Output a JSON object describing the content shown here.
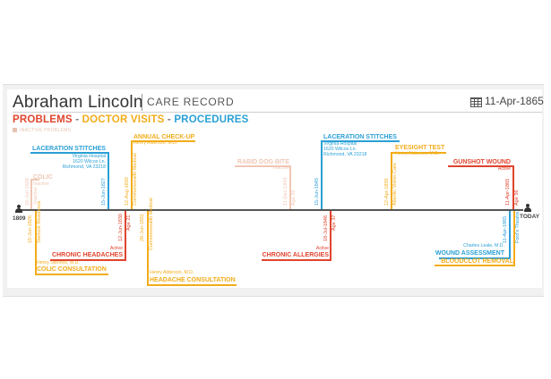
{
  "header": {
    "name": "Abraham Lincoln",
    "record_title": "CARE RECORD",
    "date": "11-Apr-1865",
    "legend": {
      "problems": "PROBLEMS",
      "visits": "DOCTOR VISITS",
      "procedures": "PROCEDURES",
      "separator": "-"
    },
    "inactive_label": "INACTIVE PROBLEMS"
  },
  "colors": {
    "problem": "#e0442e",
    "visit": "#f2ac1a",
    "procedure": "#2aa0d6",
    "inactive": "#f0c7b5",
    "axis": "#555555"
  },
  "timeline": {
    "start_label": "1809",
    "end_label": "TODAY"
  },
  "events": {
    "colic": {
      "title": "COLIC",
      "status": "Inactive",
      "vdate": "15-Jun-1826",
      "vcaption": "Inactive"
    },
    "colic_consult": {
      "title": "COLIC CONSULTATION",
      "doctor": "Henry Sterlock, M.D.",
      "vdate": "15-Jun-1826",
      "vcaption": "Sterlock Residence"
    },
    "lac1": {
      "title": "LACERATION STITCHES",
      "l1": "Virginia Hospital",
      "l2": "1620 Wilcox Ln.",
      "l3": "Richmond, VA 23218",
      "vdate": "15-Jun-1827"
    },
    "headaches": {
      "title": "CHRONIC HEADACHES",
      "status": "Active",
      "vdate": "12-Jun-1830",
      "vcaption": "Age 21"
    },
    "annual": {
      "title": "ANNUAL CHECK-UP",
      "doctor": "Henry Alderson, M.D.",
      "vdate": "12-Aug-1830",
      "vcaption": "Commonwealth Medical"
    },
    "headache_consult": {
      "title": "HEADACHE CONSULTATION",
      "doctor": "Henry Alderson, M.D.",
      "vdate": "20-Jun-1831",
      "vcaption": "Commonwealth Medical"
    },
    "rabid": {
      "title": "RABID DOG BITE",
      "status": "Inactive",
      "vdate": "11-Dec-1843",
      "vcaption": "Age 32"
    },
    "lac2": {
      "title": "LACERATION STITCHES",
      "l1": "Virginia Hospital",
      "l2": "1620 Wilcox Ln.",
      "l3": "Richmond, VA 23218",
      "vdate": "15-Jun-1845"
    },
    "allergies": {
      "title": "CHRONIC ALLERGIES",
      "status": "Active",
      "vdate": "18-Jul-1846",
      "vcaption": "Age 37"
    },
    "eyesight": {
      "title": "EYESIGHT TEST",
      "doctor": "Henry Alderson, M.D.",
      "vdate": "12-Apr-1850",
      "vcaption": "Atlantic Vision Care"
    },
    "gunshot": {
      "title": "GUNSHOT WOUND",
      "status": "Active",
      "vdate": "11-Apr-1865",
      "vcaption": "Age 56"
    },
    "wound": {
      "title": "WOUND ASSESSMENT",
      "doctor": "Charles Leale, M.D.",
      "vdate": "11-Apr-1865",
      "vcaption": "Ford's Theatre"
    },
    "bloodclot": {
      "title": "BLOODCLOT REMOVAL"
    }
  }
}
